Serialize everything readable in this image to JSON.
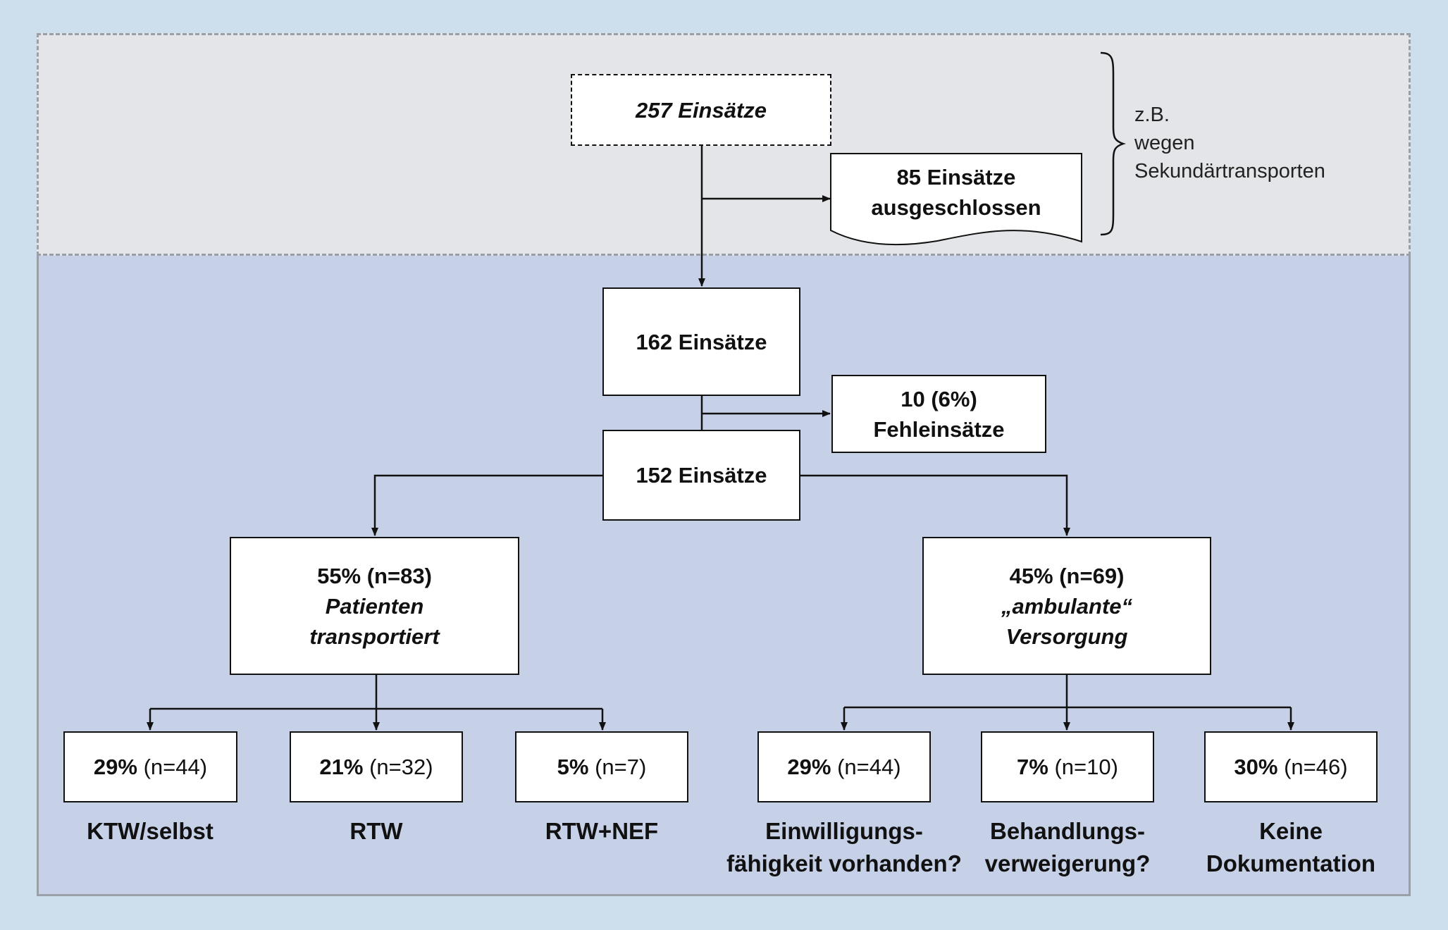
{
  "colors": {
    "background": "#cddfec",
    "main_panel": "#c6d1e8",
    "excluded_panel": "#e4e5e8",
    "box_fill": "#ffffff",
    "line": "#111111"
  },
  "top": {
    "total_label": "257 Einsätze"
  },
  "excluded": {
    "line1": "85 Einsätze",
    "line2": "ausgeschlossen",
    "note": [
      "z.B.",
      "wegen",
      "Sekundärtransporten"
    ]
  },
  "step1": {
    "label": "162 Einsätze"
  },
  "misfire": {
    "line1": "10 (6%)",
    "line2": "Fehleinsätze"
  },
  "step2": {
    "label": "152 Einsätze"
  },
  "left_branch": {
    "pct": "55% (n=83)",
    "line2": "Patienten",
    "line3": "transportiert",
    "children": [
      {
        "pct": "29%",
        "n": "(n=44)",
        "caption": [
          "KTW/selbst"
        ]
      },
      {
        "pct": "21%",
        "n": "(n=32)",
        "caption": [
          "RTW"
        ]
      },
      {
        "pct": "5%",
        "n": "(n=7)",
        "caption": [
          "RTW+NEF"
        ]
      }
    ]
  },
  "right_branch": {
    "pct": "45% (n=69)",
    "line2": "„ambulante“",
    "line3": "Versorgung",
    "children": [
      {
        "pct": "29%",
        "n": "(n=44)",
        "caption": [
          "Einwilligungs-",
          "fähigkeit vorhanden?"
        ]
      },
      {
        "pct": "7%",
        "n": "(n=10)",
        "caption": [
          "Behandlungs-",
          "verweigerung?"
        ]
      },
      {
        "pct": "30%",
        "n": "(n=46)",
        "caption": [
          "Keine",
          "Dokumentation"
        ]
      }
    ]
  }
}
